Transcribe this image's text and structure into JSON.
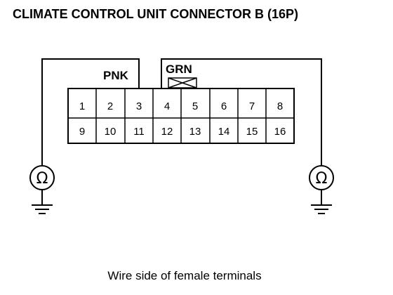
{
  "title": "CLIMATE CONTROL UNIT CONNECTOR B (16P)",
  "wire_labels": {
    "left": "PNK",
    "right": "GRN"
  },
  "connector": {
    "top_row": [
      "1",
      "2",
      "3",
      "4",
      "5",
      "6",
      "7",
      "8"
    ],
    "bottom_row": [
      "9",
      "10",
      "11",
      "12",
      "13",
      "14",
      "15",
      "16"
    ]
  },
  "meter_symbol": "Ω",
  "meter_icon": "ohmmeter-icon",
  "ground_icon": "ground-icon",
  "caption": "Wire side of female terminals"
}
